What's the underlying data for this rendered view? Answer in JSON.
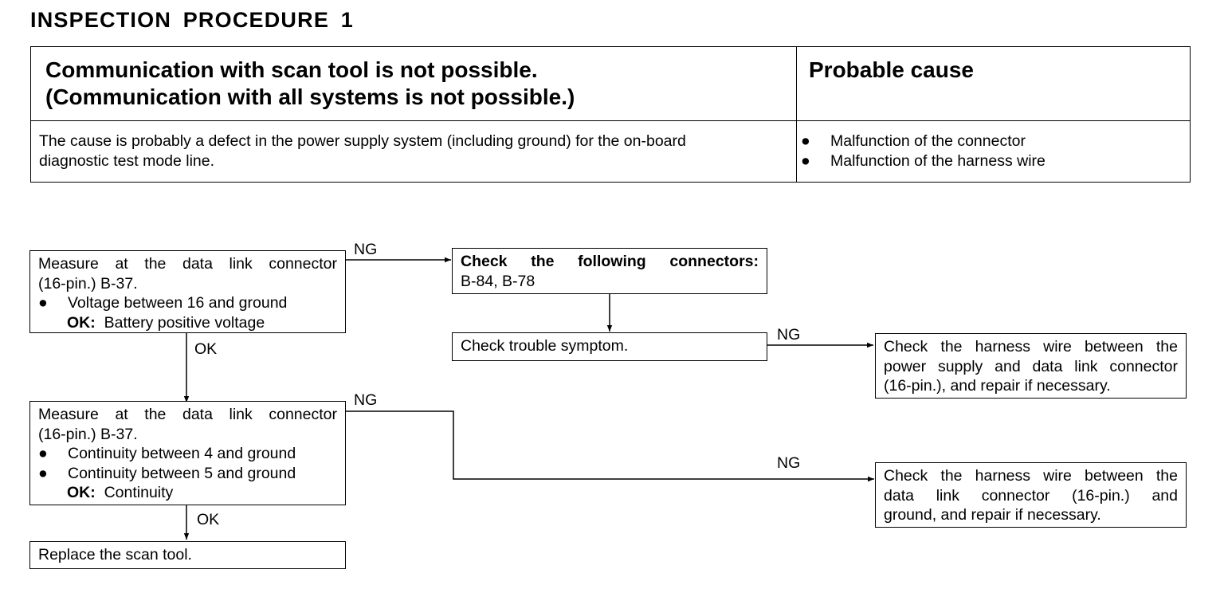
{
  "title": "INSPECTION  PROCEDURE 1",
  "header": {
    "symptom_line1": "Communication with scan tool is not possible.",
    "symptom_line2": "(Communication with all systems is not possible.)",
    "probable_cause_heading": "Probable cause",
    "description_line1": "The cause is probably a defect in the power supply system (including ground) for the on-board",
    "description_line2": "diagnostic test mode line.",
    "causes": [
      "Malfunction of the connector",
      "Malfunction of the harness wire"
    ],
    "bullet": "●"
  },
  "flow": {
    "box1": {
      "line1": "Measure at the data link connector",
      "line2": "(16-pin.) B-37.",
      "bullet_text": "Voltage between 16 and ground",
      "ok_label": "OK:",
      "ok_value": "Battery positive voltage"
    },
    "box2": {
      "heading": "Check the following connectors:",
      "line2": "B-84, B-78"
    },
    "box3": {
      "text": "Check trouble symptom."
    },
    "box4": {
      "line1": "Check the harness wire between the",
      "line2": "power supply and data link connector",
      "line3": "(16-pin.), and repair if necessary."
    },
    "box5": {
      "line1": "Measure at the data link connector",
      "line2": "(16-pin.) B-37.",
      "bullet1": "Continuity between 4 and ground",
      "bullet2": "Continuity between 5 and ground",
      "ok_label": "OK:",
      "ok_value": "Continuity"
    },
    "box6": {
      "line1": "Check the harness wire between the",
      "line2": "data link connector (16-pin.) and",
      "line3": "ground, and repair if necessary."
    },
    "box7": {
      "text": "Replace the scan tool."
    },
    "labels": {
      "ng1": "NG",
      "ok1": "OK",
      "ng2": "NG",
      "ng3": "NG",
      "ng4": "NG",
      "ok2": "OK"
    }
  }
}
